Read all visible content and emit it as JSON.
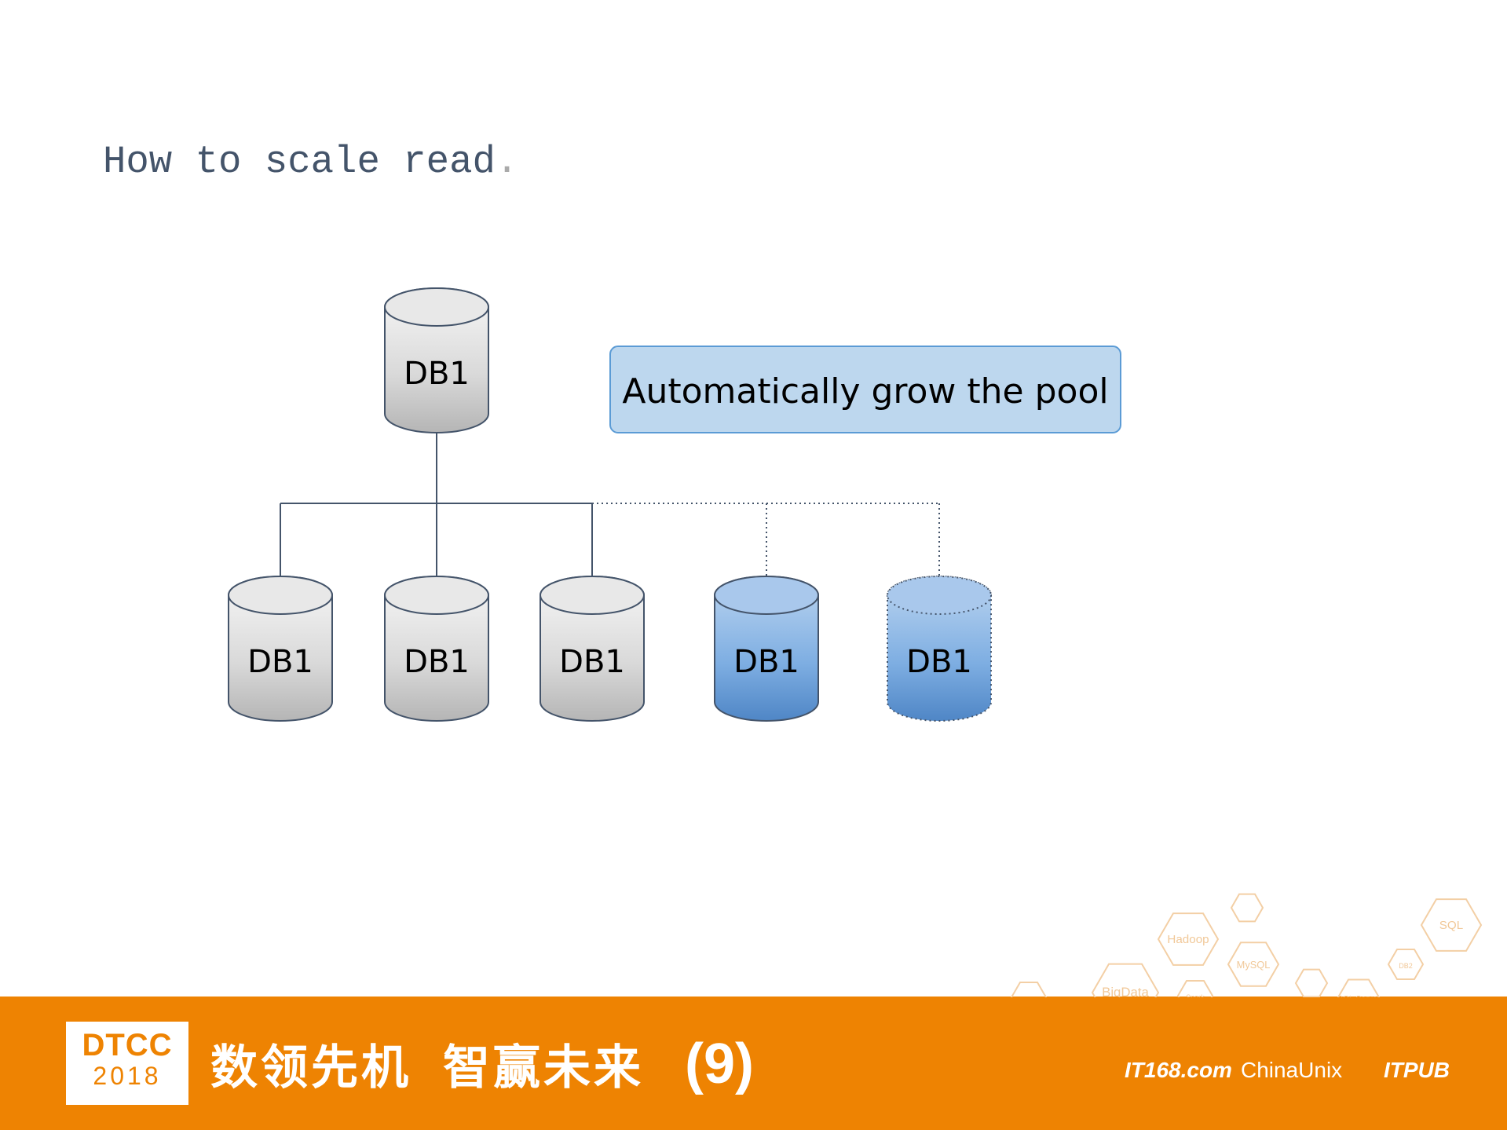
{
  "slide": {
    "title": "How to scale read",
    "title_suffix": "."
  },
  "diagram": {
    "master": {
      "label": "DB1"
    },
    "callout": {
      "text": "Automatically grow the pool"
    },
    "replicas": [
      {
        "label": "DB1",
        "style": "existing"
      },
      {
        "label": "DB1",
        "style": "existing"
      },
      {
        "label": "DB1",
        "style": "existing"
      },
      {
        "label": "DB1",
        "style": "added"
      },
      {
        "label": "DB1",
        "style": "pending"
      }
    ],
    "colors": {
      "gray": "#d9d9d9",
      "blue": "#6fa1d8",
      "callout_fill": "#bdd7ee",
      "callout_border": "#5b9bd5",
      "line": "#44546a"
    }
  },
  "footer": {
    "logo_top": "DTCC",
    "logo_year": "2018",
    "slogan_part1": "数领先机",
    "slogan_part2": "智赢未来",
    "edition": "(9)",
    "partners": [
      "IT168.com",
      "ChinaUnix",
      "ITPUB"
    ],
    "hex_tags": [
      "Hadoop",
      "SQL",
      "BigData",
      "MySQL",
      "DB2",
      "Spark",
      "SQL Server"
    ],
    "band_color": "#ee8302"
  }
}
